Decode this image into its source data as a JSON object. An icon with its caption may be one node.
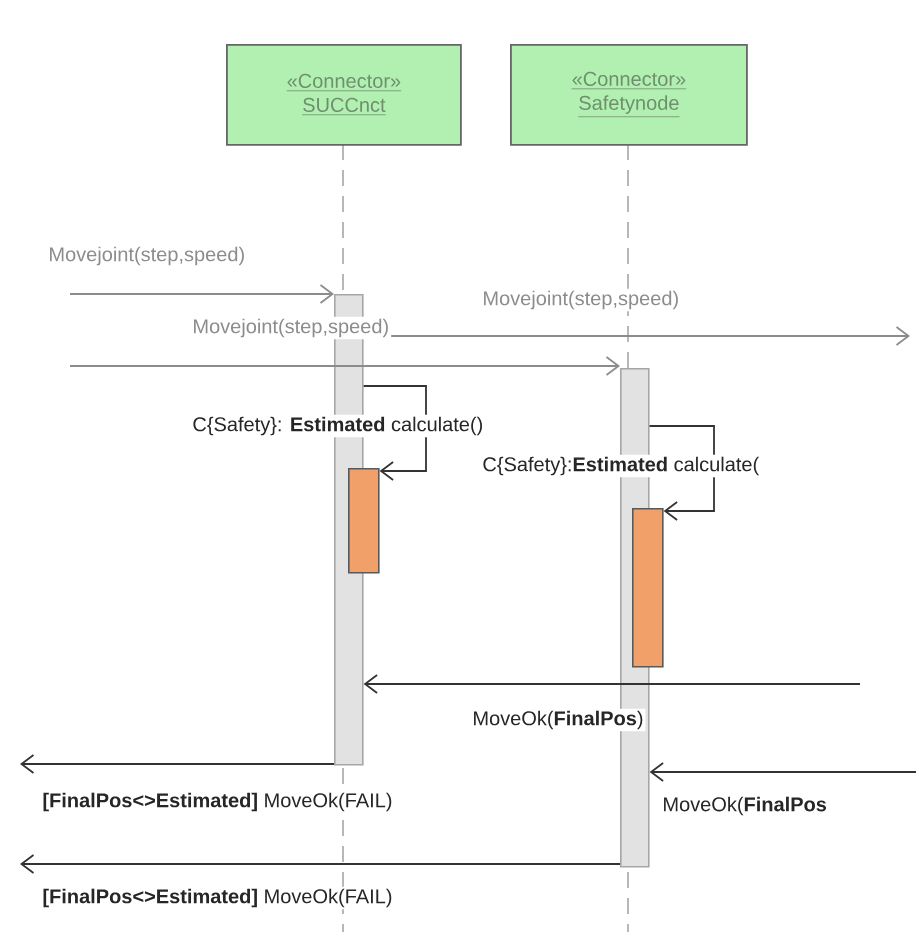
{
  "diagram": {
    "nodes": [
      {
        "text": [
          "«Connector»",
          "SUCCnct"
        ]
      },
      {
        "text": [
          "«Connector»",
          "Safetynode"
        ]
      },
      {
        "text": [],
        "shape": "bar"
      },
      {
        "text": [],
        "shape": "bar"
      },
      {
        "text": [],
        "shape": "bar"
      },
      {
        "text": [],
        "shape": "bar"
      }
    ],
    "edges": [
      {
        "from": null,
        "to": 2,
        "arrow": "to",
        "label": "Movejoint(step,speed)",
        "color": "#8c8c8c"
      },
      {
        "from": 2,
        "to": null,
        "arrow": "to",
        "label": "Movejoint(step,speed)",
        "color": "#8c8c8c"
      },
      {
        "from": null,
        "to": 3,
        "arrow": "to",
        "label": "Movejoint(step,speed)",
        "color": "#8c8c8c"
      },
      {
        "from": 2,
        "to": 4,
        "arrow": "to",
        "label": "C{Safety}: **Estimated** calculate()"
      },
      {
        "from": 3,
        "to": 5,
        "arrow": "to",
        "label": "C{Safety}:**Estimated** calculate("
      },
      {
        "from": null,
        "to": 2,
        "arrow": "to",
        "label": "MoveOk(**FinalPos**)"
      },
      {
        "from": 2,
        "to": null,
        "arrow": "to",
        "label": "**[FinalPos<>Estimated]** MoveOk(FAIL)"
      },
      {
        "from": null,
        "to": 3,
        "arrow": "to",
        "label": "MoveOk(**FinalPos**"
      },
      {
        "from": 3,
        "to": null,
        "arrow": "to",
        "label": "**[FinalPos<>Estimated]** MoveOk(FAIL)"
      }
    ]
  }
}
